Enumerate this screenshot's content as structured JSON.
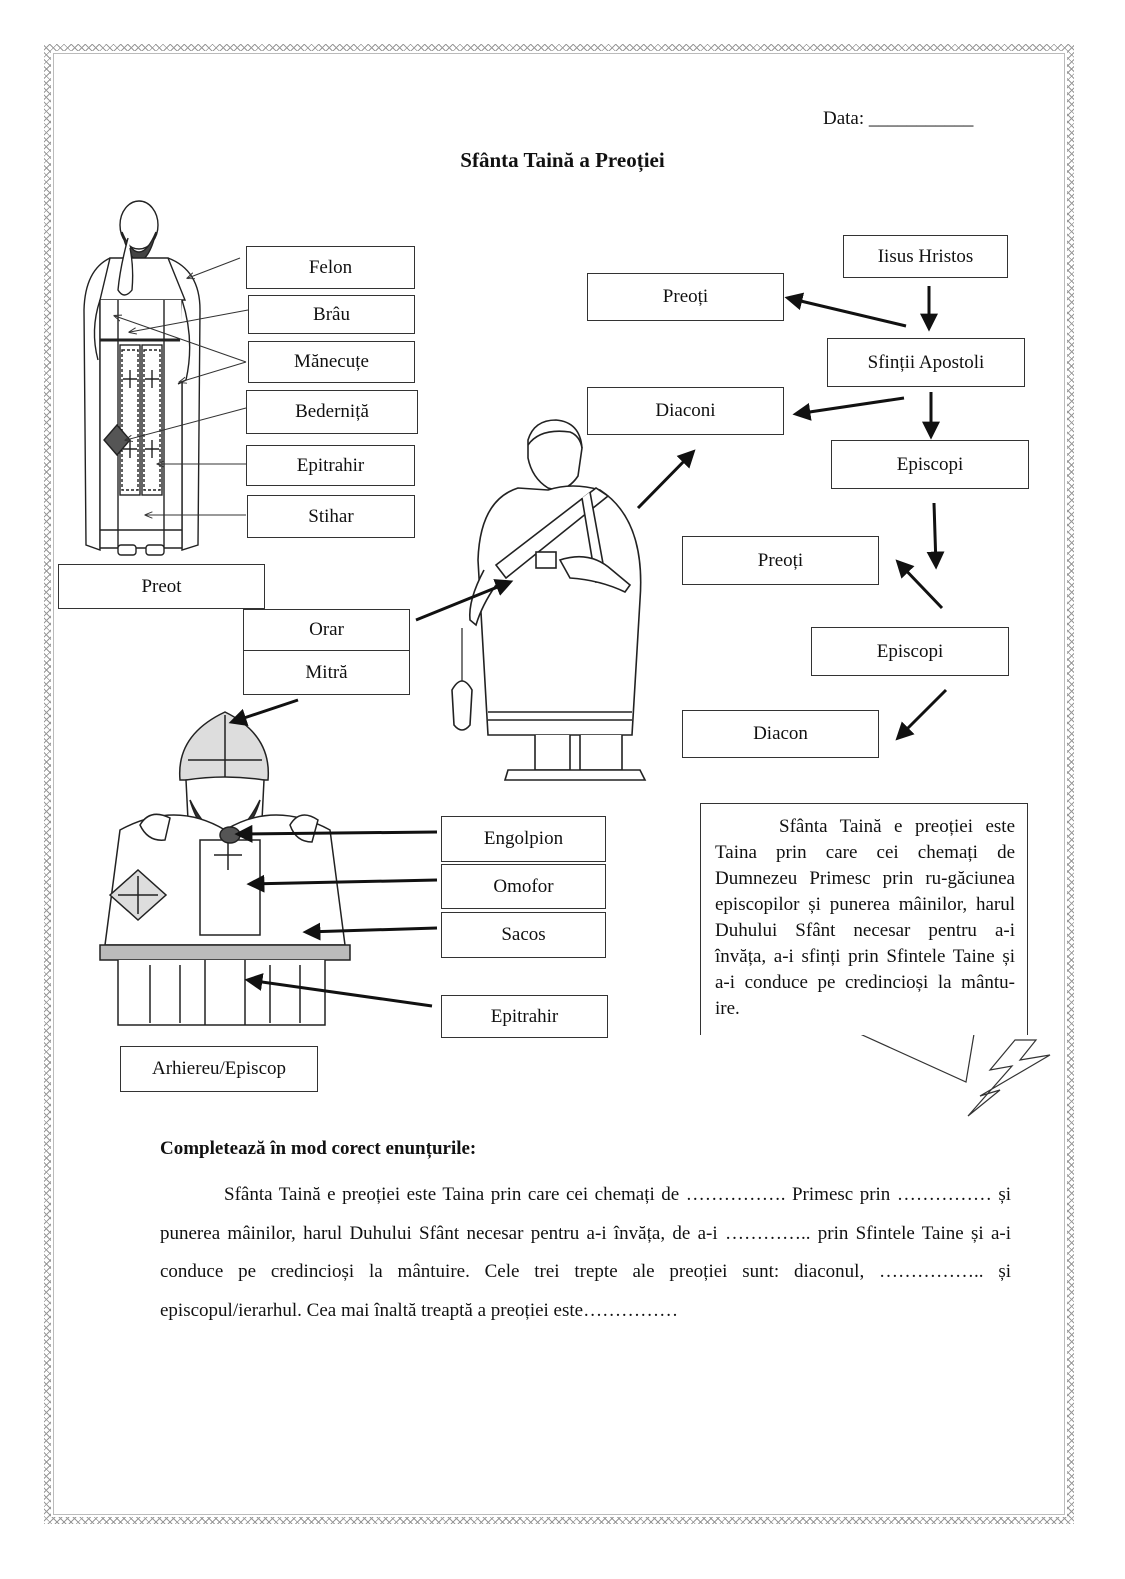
{
  "header": {
    "date_label": "Data: ___________"
  },
  "title": "Sfânta Taină a Preoției",
  "priest_labels": {
    "felon": "Felon",
    "brau": "Brâu",
    "manecute": "Mănecuțe",
    "bedernita": "Bederniță",
    "epitrahir": "Epitrahir",
    "stihar": "Stihar",
    "preot": "Preot"
  },
  "deacon_labels": {
    "orar": "Orar",
    "mitra": "Mitră"
  },
  "bishop_labels": {
    "engolpion": "Engolpion",
    "omofor": "Omofor",
    "sacos": "Sacos",
    "epitrahir": "Epitrahir",
    "arhiereu": "Arhiereu/Episcop"
  },
  "hierarchy": {
    "iisus": "Iisus Hristos",
    "preoti_top": "Preoți",
    "apostoli": "Sfinții Apostoli",
    "diaconi": "Diaconi",
    "episcopi_1": "Episcopi",
    "preoti_mid": "Preoți",
    "episcopi_2": "Episcopi",
    "diacon": "Diacon"
  },
  "callout": {
    "text": "Sfânta Taină e preoției este Taina prin care cei chemați de Dumnezeu Primesc prin ru-găciunea episcopilor și punerea mâinilor, harul Duhului Sfânt necesar pentru a-i învăța, a-i sfinți prin Sfintele Taine și a-i conduce pe credincioși la mântu-ire."
  },
  "exercise": {
    "instruction": "Completează în mod corect enunțurile:",
    "paragraph": "Sfânta Taină e preoției este Taina prin care cei chemați de ……………. Primesc prin ……………  și punerea mâinilor, harul Duhului Sfânt necesar pentru a-i învăța, de a-i ………….. prin Sfintele Taine și a-i conduce pe credincioși la mântuire. Cele trei trepte ale preoției sunt: diaconul, …………….. și episcopul/ierarhul. Cea mai înaltă treaptă a preoției este……………"
  }
}
